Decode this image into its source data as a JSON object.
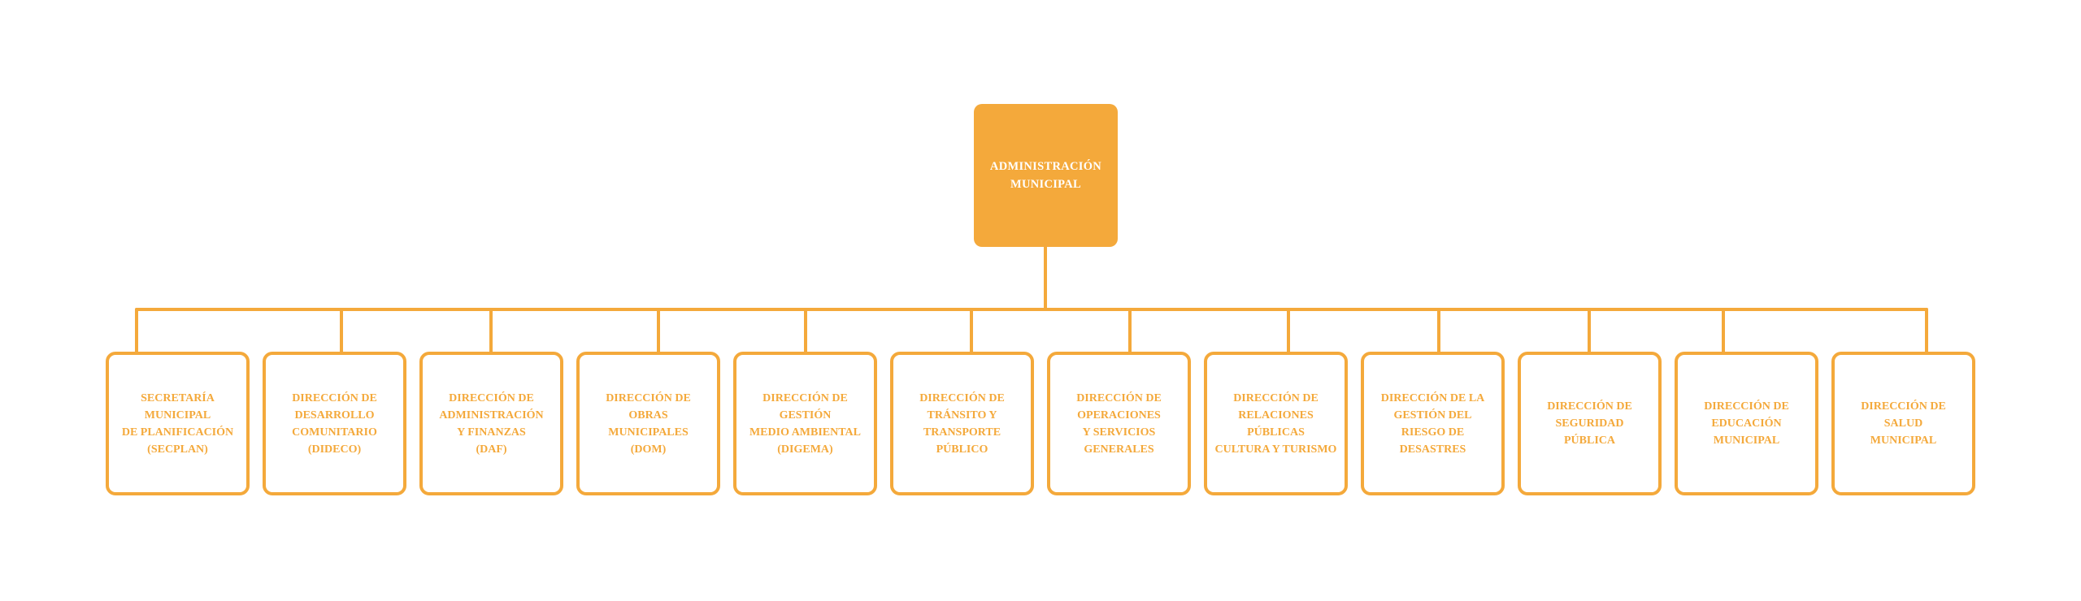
{
  "theme": {
    "accent": "#F4A93B",
    "root-text": "#FFFFFF",
    "background": "#FFFFFF"
  },
  "org": {
    "type": "organizational-chart",
    "root": {
      "label": "ADMINISTRACIÓN\nMUNICIPAL"
    },
    "children": [
      {
        "label": "SECRETARÍA\nMUNICIPAL\nDE PLANIFICACIÓN\n(SECPLAN)"
      },
      {
        "label": "DIRECCIÓN DE\nDESARROLLO\nCOMUNITARIO\n(DIDECO)"
      },
      {
        "label": "DIRECCIÓN DE\nADMINISTRACIÓN\nY FINANZAS\n(DAF)"
      },
      {
        "label": "DIRECCIÓN DE\nOBRAS\nMUNICIPALES\n(DOM)"
      },
      {
        "label": "DIRECCIÓN DE\nGESTIÓN\nMEDIO AMBIENTAL\n(DIGEMA)"
      },
      {
        "label": "DIRECCIÓN DE\nTRÁNSITO Y\nTRANSPORTE\nPÚBLICO"
      },
      {
        "label": "DIRECCIÓN DE\nOPERACIONES\nY SERVICIOS\nGENERALES"
      },
      {
        "label": "DIRECCIÓN DE\nRELACIONES PÚBLICAS\nCULTURA Y TURISMO"
      },
      {
        "label": "DIRECCIÓN DE LA\nGESTIÓN DEL\nRIESGO DE\nDESASTRES"
      },
      {
        "label": "DIRECCIÓN DE\nSEGURIDAD\nPÚBLICA"
      },
      {
        "label": "DIRECCIÓN DE\nEDUCACIÓN\nMUNICIPAL"
      },
      {
        "label": "DIRECCIÓN DE\nSALUD\nMUNICIPAL"
      }
    ]
  }
}
